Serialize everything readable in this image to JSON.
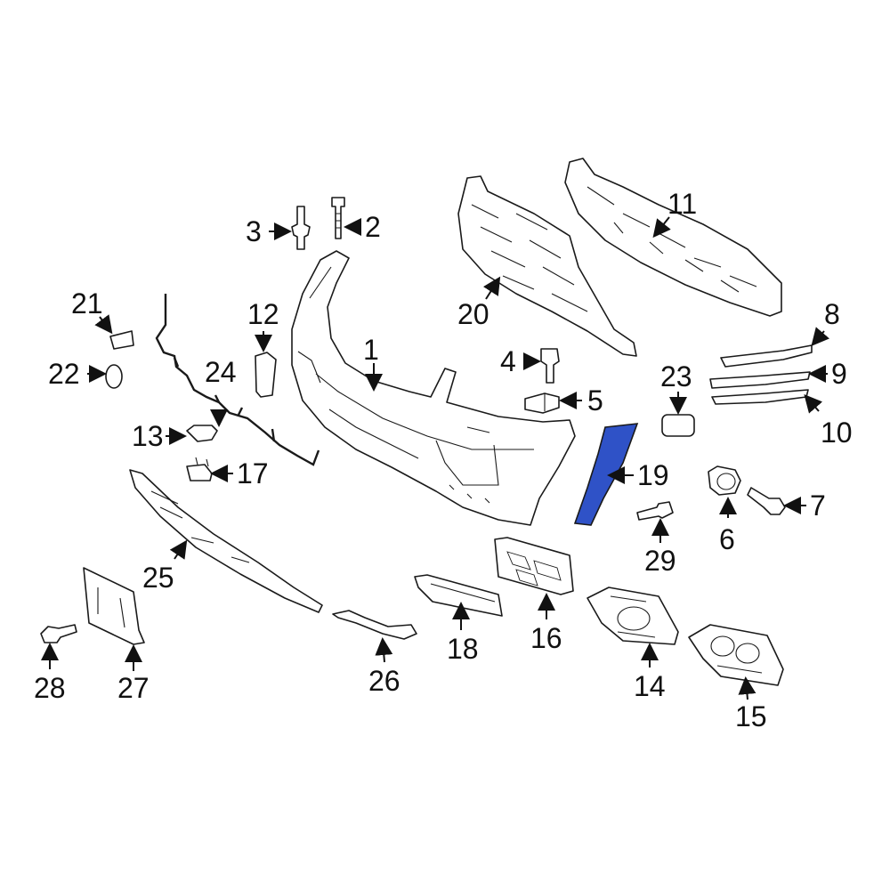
{
  "diagram": {
    "callouts": {
      "c1": "1",
      "c2": "2",
      "c3": "3",
      "c4": "4",
      "c5": "5",
      "c6": "6",
      "c7": "7",
      "c8": "8",
      "c9": "9",
      "c10": "10",
      "c11": "11",
      "c12": "12",
      "c13": "13",
      "c14": "14",
      "c15": "15",
      "c16": "16",
      "c17": "17",
      "c18": "18",
      "c19": "19",
      "c20": "20",
      "c21": "21",
      "c22": "22",
      "c23": "23",
      "c24": "24",
      "c25": "25",
      "c26": "26",
      "c27": "27",
      "c28": "28",
      "c29": "29"
    },
    "colors": {
      "line": "#1a1a1a",
      "highlight": "#2f52c7",
      "background": "#ffffff"
    },
    "highlighted_part": "19"
  }
}
